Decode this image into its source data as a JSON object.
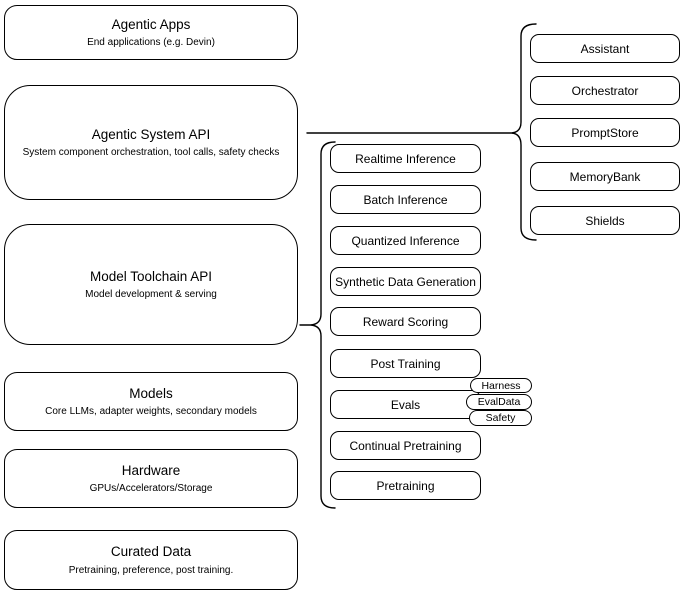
{
  "diagram": {
    "stack": [
      {
        "title": "Agentic Apps",
        "subtitle": "End applications (e.g. Devin)"
      },
      {
        "title": "Agentic System API",
        "subtitle": "System component orchestration, tool calls, safety checks"
      },
      {
        "title": "Model Toolchain API",
        "subtitle": "Model development & serving"
      },
      {
        "title": "Models",
        "subtitle": "Core LLMs, adapter weights, secondary models"
      },
      {
        "title": "Hardware",
        "subtitle": "GPUs/Accelerators/Storage"
      },
      {
        "title": "Curated Data",
        "subtitle": "Pretraining, preference, post training."
      }
    ],
    "toolchain_components": [
      "Realtime Inference",
      "Batch Inference",
      "Quantized Inference",
      "Synthetic Data Generation",
      "Reward Scoring",
      "Post Training",
      "Evals",
      "Continual Pretraining",
      "Pretraining"
    ],
    "evals_tags": [
      "Harness",
      "EvalData",
      "Safety"
    ],
    "system_components": [
      "Assistant",
      "Orchestrator",
      "PromptStore",
      "MemoryBank",
      "Shields"
    ],
    "colors": {
      "stroke": "#000000",
      "background": "#ffffff",
      "text": "#000000"
    }
  }
}
